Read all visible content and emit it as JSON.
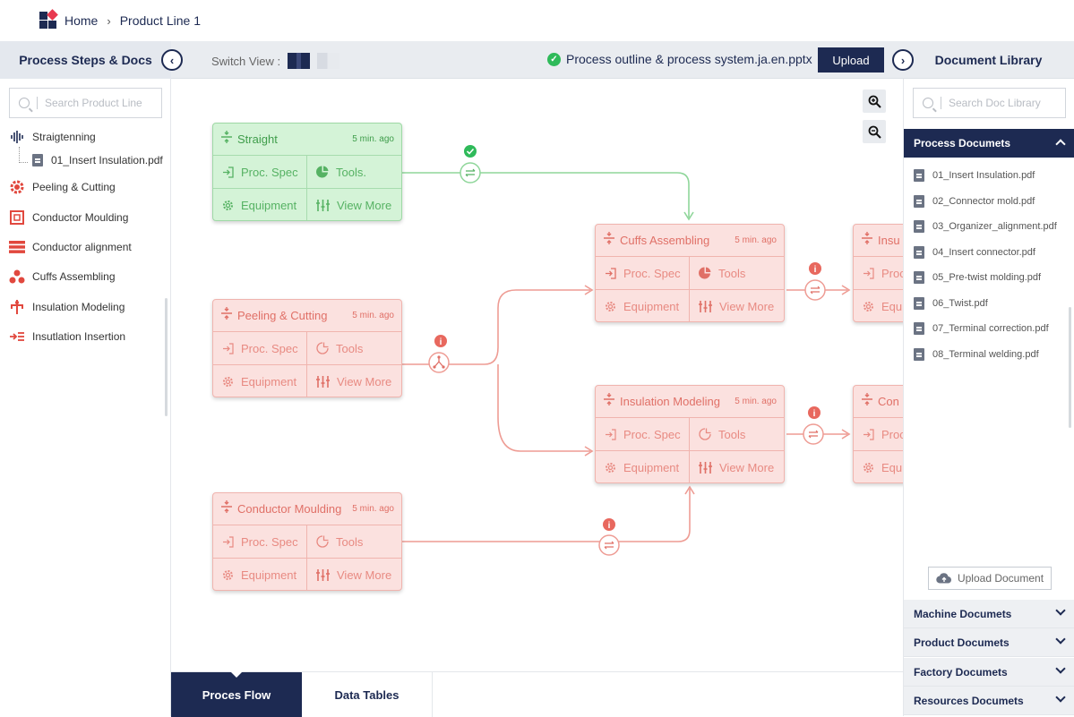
{
  "breadcrumb": {
    "home": "Home",
    "current": "Product Line 1"
  },
  "left_panel": {
    "title": "Process Steps & Docs",
    "search_placeholder": "Search Product Line",
    "steps": [
      {
        "label": "Straigtenning",
        "icon": "waveform-icon"
      },
      {
        "label": "01_Insert Insulation.pdf",
        "icon": "document-icon"
      },
      {
        "label": "Peeling & Cutting",
        "icon": "gear-icon"
      },
      {
        "label": "Conductor Moulding",
        "icon": "square-frame-icon"
      },
      {
        "label": "Conductor alignment",
        "icon": "server-icon"
      },
      {
        "label": "Cuffs Assembling",
        "icon": "dots-cluster-icon"
      },
      {
        "label": "Insulation Modeling",
        "icon": "tree-icon"
      },
      {
        "label": "Insutlation Insertion",
        "icon": "arrow-lines-icon"
      }
    ]
  },
  "header": {
    "switch_view_label": "Switch View :",
    "file_name": "Process outline & process system.ja.en.pptx",
    "upload_label": "Upload"
  },
  "right_panel": {
    "title": "Document Library",
    "search_placeholder": "Search Doc Library",
    "process_docs_title": "Process Documets",
    "documents": [
      "01_Insert Insulation.pdf",
      "02_Connector mold.pdf",
      "03_Organizer_alignment.pdf",
      "04_Insert connector.pdf",
      "05_Pre-twist molding.pdf",
      "06_Twist.pdf",
      "07_Terminal correction.pdf",
      "08_Terminal welding.pdf"
    ],
    "upload_document_label": "Upload Document",
    "sections": [
      "Machine Documets",
      "Product Documets",
      "Factory Documets",
      "Resources Documets"
    ]
  },
  "flow": {
    "nodes": [
      {
        "title": "Straight",
        "time": "5 min. ago",
        "spec": "Proc. Spec",
        "tools": "Tools.",
        "equipment": "Equipment",
        "more": "View More"
      },
      {
        "title": "Peeling & Cutting",
        "time": "5 min. ago",
        "spec": "Proc. Spec",
        "tools": "Tools",
        "equipment": "Equipment",
        "more": "View More"
      },
      {
        "title": "Conductor Moulding",
        "time": "5 min. ago",
        "spec": "Proc. Spec",
        "tools": "Tools",
        "equipment": "Equipment",
        "more": "View More"
      },
      {
        "title": "Cuffs Assembling",
        "time": "5 min. ago",
        "spec": "Proc. Spec",
        "tools": "Tools",
        "equipment": "Equipment",
        "more": "View More"
      },
      {
        "title": "Insulation Modeling",
        "time": "5 min. ago",
        "spec": "Proc. Spec",
        "tools": "Tools",
        "equipment": "Equipment",
        "more": "View More"
      },
      {
        "title": "Insu",
        "time": "",
        "spec": "Proc",
        "tools": "",
        "equipment": "Equ",
        "more": ""
      },
      {
        "title": "Con",
        "time": "",
        "spec": "Proc",
        "tools": "",
        "equipment": "Equ",
        "more": ""
      }
    ]
  },
  "tabs": {
    "process_flow": "Proces Flow",
    "data_tables": "Data Tables"
  },
  "colors": {
    "navy": "#1d2a52",
    "success_green": "#2fba5a",
    "node_green": "#d4f3d7",
    "node_red": "#fbe1df",
    "accent_red": "#e07067"
  }
}
